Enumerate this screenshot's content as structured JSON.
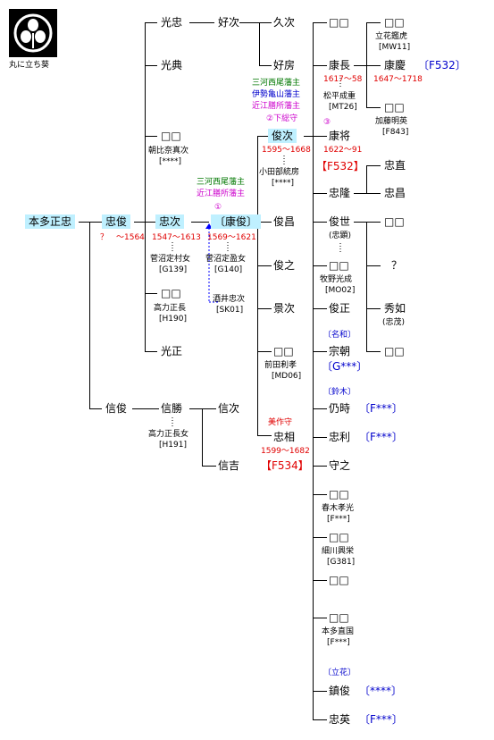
{
  "crest": {
    "icon": "hollyhock-crest-icon",
    "label": "丸に立ち葵"
  },
  "names": {
    "root": "本多正忠",
    "tadatoshi": "忠俊",
    "nobutoshi": "信俊",
    "mitsutada": "光忠",
    "mitsunori": "光典",
    "sq1": "□□",
    "tadatsugu": "忠次",
    "sq2": "□□",
    "mitsumasa": "光正",
    "nobukatsu": "信勝",
    "yoshitsugu": "好次",
    "yasutoshi": "〔康俊〕",
    "nobutsugu": "信次",
    "nobuyoshi": "信吉",
    "hisatsugu": "久次",
    "yoshifusa": "好房",
    "toshitsugu": "俊次",
    "toshimasa": "俊昌",
    "toshiyuki": "俊之",
    "kagetsugu": "景次",
    "sq3": "□□",
    "tadasuke": "忠相",
    "c1": "□□",
    "yasunaga": "康長",
    "yasumasa": "康将",
    "tadataka": "忠隆",
    "toshiyo": "俊世",
    "c2": "□□",
    "toshimasa2": "俊正",
    "munetomo": "宗朝",
    "naritoki": "仍時",
    "tadatoshi2": "忠利",
    "moriyuki": "守之",
    "c3": "□□",
    "c4": "□□",
    "c5": "□□",
    "c6": "□□",
    "shizutoshi": "鎮俊",
    "tadahide": "忠英",
    "d1": "□□",
    "yasuyoshi": "康慶",
    "d2": "□□",
    "tadanao": "忠直",
    "tadamasa": "忠昌",
    "d3": "□□",
    "q": "？",
    "hidenao": "秀如",
    "d4": "□□"
  },
  "notes": {
    "tadatoshi_years": "？　〜1564",
    "tadatsugu_years": "1547〜1613",
    "yasutoshi_years": "1569〜1621",
    "toshitsugu_years": "1595〜1668",
    "tadasuke_years": "1599〜1682",
    "yasunaga_years": "1617〜58",
    "yasumasa_years": "1622〜91",
    "yasuyoshi_years": "1647〜1718",
    "asahina": "朝比奈真次",
    "asahina_id": "[****]",
    "sugenuma_m": "菅沼定村女",
    "sugenuma_m_id": "[G139]",
    "kohriki": "高力正長",
    "kohriki_id": "[H190]",
    "kohriki_jo": "高力正長女",
    "kohriki_jo_id": "[H191]",
    "sugenuma_y": "菅沼定盈女",
    "sugenuma_y_id": "[G140]",
    "sakai": "酒井忠次",
    "sakai_id": "[SK01]",
    "oda": "小田部統房",
    "oda_id": "[****]",
    "matsudaira": "松平成重",
    "matsudaira_id": "[MT26]",
    "makino": "牧野光成",
    "makino_id": "[MO02]",
    "maeda": "前田利孝",
    "maeda_id": "[MD06]",
    "tachibana": "立花鑑虎",
    "tachibana_id": "[MW11]",
    "kato": "加藤明英",
    "kato_id": "[F843]",
    "haruki": "春木孝光",
    "haruki_id": "[F***]",
    "hosokawa": "細川興栄",
    "hosokawa_id": "[G381]",
    "honda_nao": "本多直国",
    "honda_nao_id": "[F***]",
    "tadaaki": "(忠顕)",
    "tadashige": "(忠茂)",
    "mei_wa": "〔名和〕",
    "mei_wa_id": "〔G***〕",
    "suzuki": "〔鈴木〕",
    "suzuki_id": "〔F***〕",
    "tadatoshi2_id": "〔F***〕",
    "tachibana2": "〔立花〕",
    "shizutoshi_id": "〔****〕",
    "tadahide_id": "〔F***〕",
    "yasuyoshi_id": "〔F532〕",
    "yasumasa_id": "【F532】",
    "tadasuke_id": "【F534】",
    "mimasaka": "美作守",
    "mikawa1": "三河西尾藩主",
    "omi1": "近江膳所藩主",
    "circ1": "①",
    "mikawa2": "三河西尾藩主",
    "ise": "伊勢亀山藩主",
    "omi2": "近江膳所藩主",
    "shimousa": "②下総守",
    "circ3": "③"
  },
  "colors": {
    "highlight": "#bff0ff",
    "red": "#e00000",
    "blue": "#0000cc",
    "green": "#007700",
    "magenta": "#cc00cc"
  }
}
